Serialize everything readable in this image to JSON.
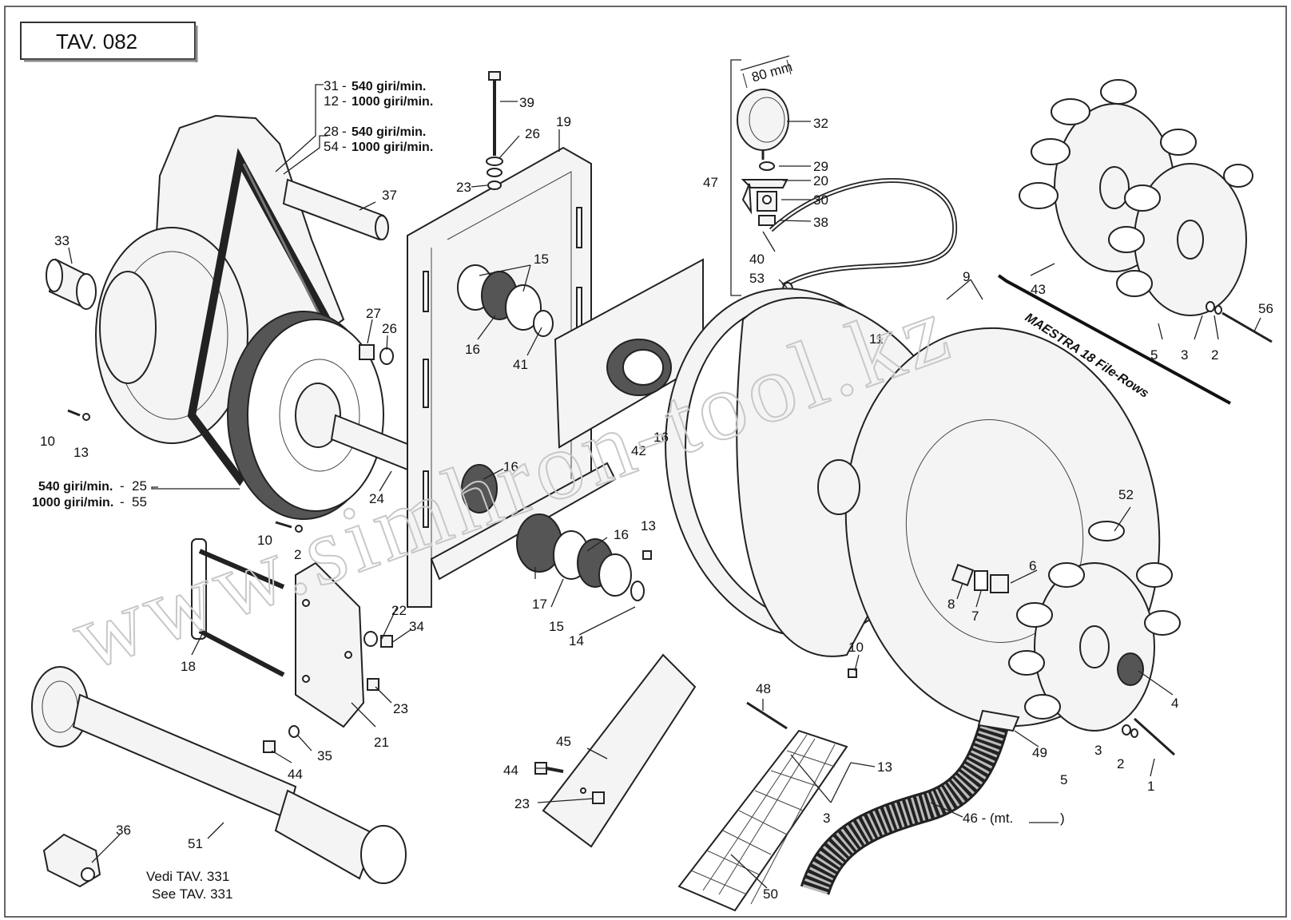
{
  "title": "TAV. 082",
  "watermark": "www.simhron-tool.kz",
  "speed_labels": [
    {
      "num": "31",
      "text": "540 giri/min."
    },
    {
      "num": "12",
      "text": "1000 giri/min."
    },
    {
      "num": "28",
      "text": "540 giri/min."
    },
    {
      "num": "54",
      "text": "1000 giri/min."
    }
  ],
  "pulley_labels": [
    {
      "text": "540 giri/min.",
      "num": "25"
    },
    {
      "text": "1000 giri/min.",
      "num": "55"
    }
  ],
  "gauge_size": "80 mm",
  "maestra": "MAESTRA 18 File-Rows",
  "hose_label": "46 - (mt.",
  "hose_label_tail": ")",
  "see_tav": [
    "Vedi TAV. 331",
    "See TAV. 331"
  ],
  "callouts": [
    "39",
    "26",
    "23",
    "19",
    "37",
    "33",
    "27",
    "26",
    "10",
    "13",
    "15",
    "16",
    "41",
    "42",
    "16",
    "24",
    "10",
    "2",
    "16",
    "16",
    "17",
    "15",
    "14",
    "22",
    "34",
    "18",
    "23",
    "21",
    "44",
    "35",
    "36",
    "51",
    "32",
    "29",
    "20",
    "30",
    "38",
    "47",
    "40",
    "53",
    "9",
    "11",
    "13",
    "52",
    "6",
    "8",
    "7",
    "10",
    "4",
    "3",
    "2",
    "1",
    "5",
    "49",
    "48",
    "13",
    "3",
    "50",
    "45",
    "44",
    "23",
    "43",
    "56",
    "5",
    "3",
    "2"
  ]
}
